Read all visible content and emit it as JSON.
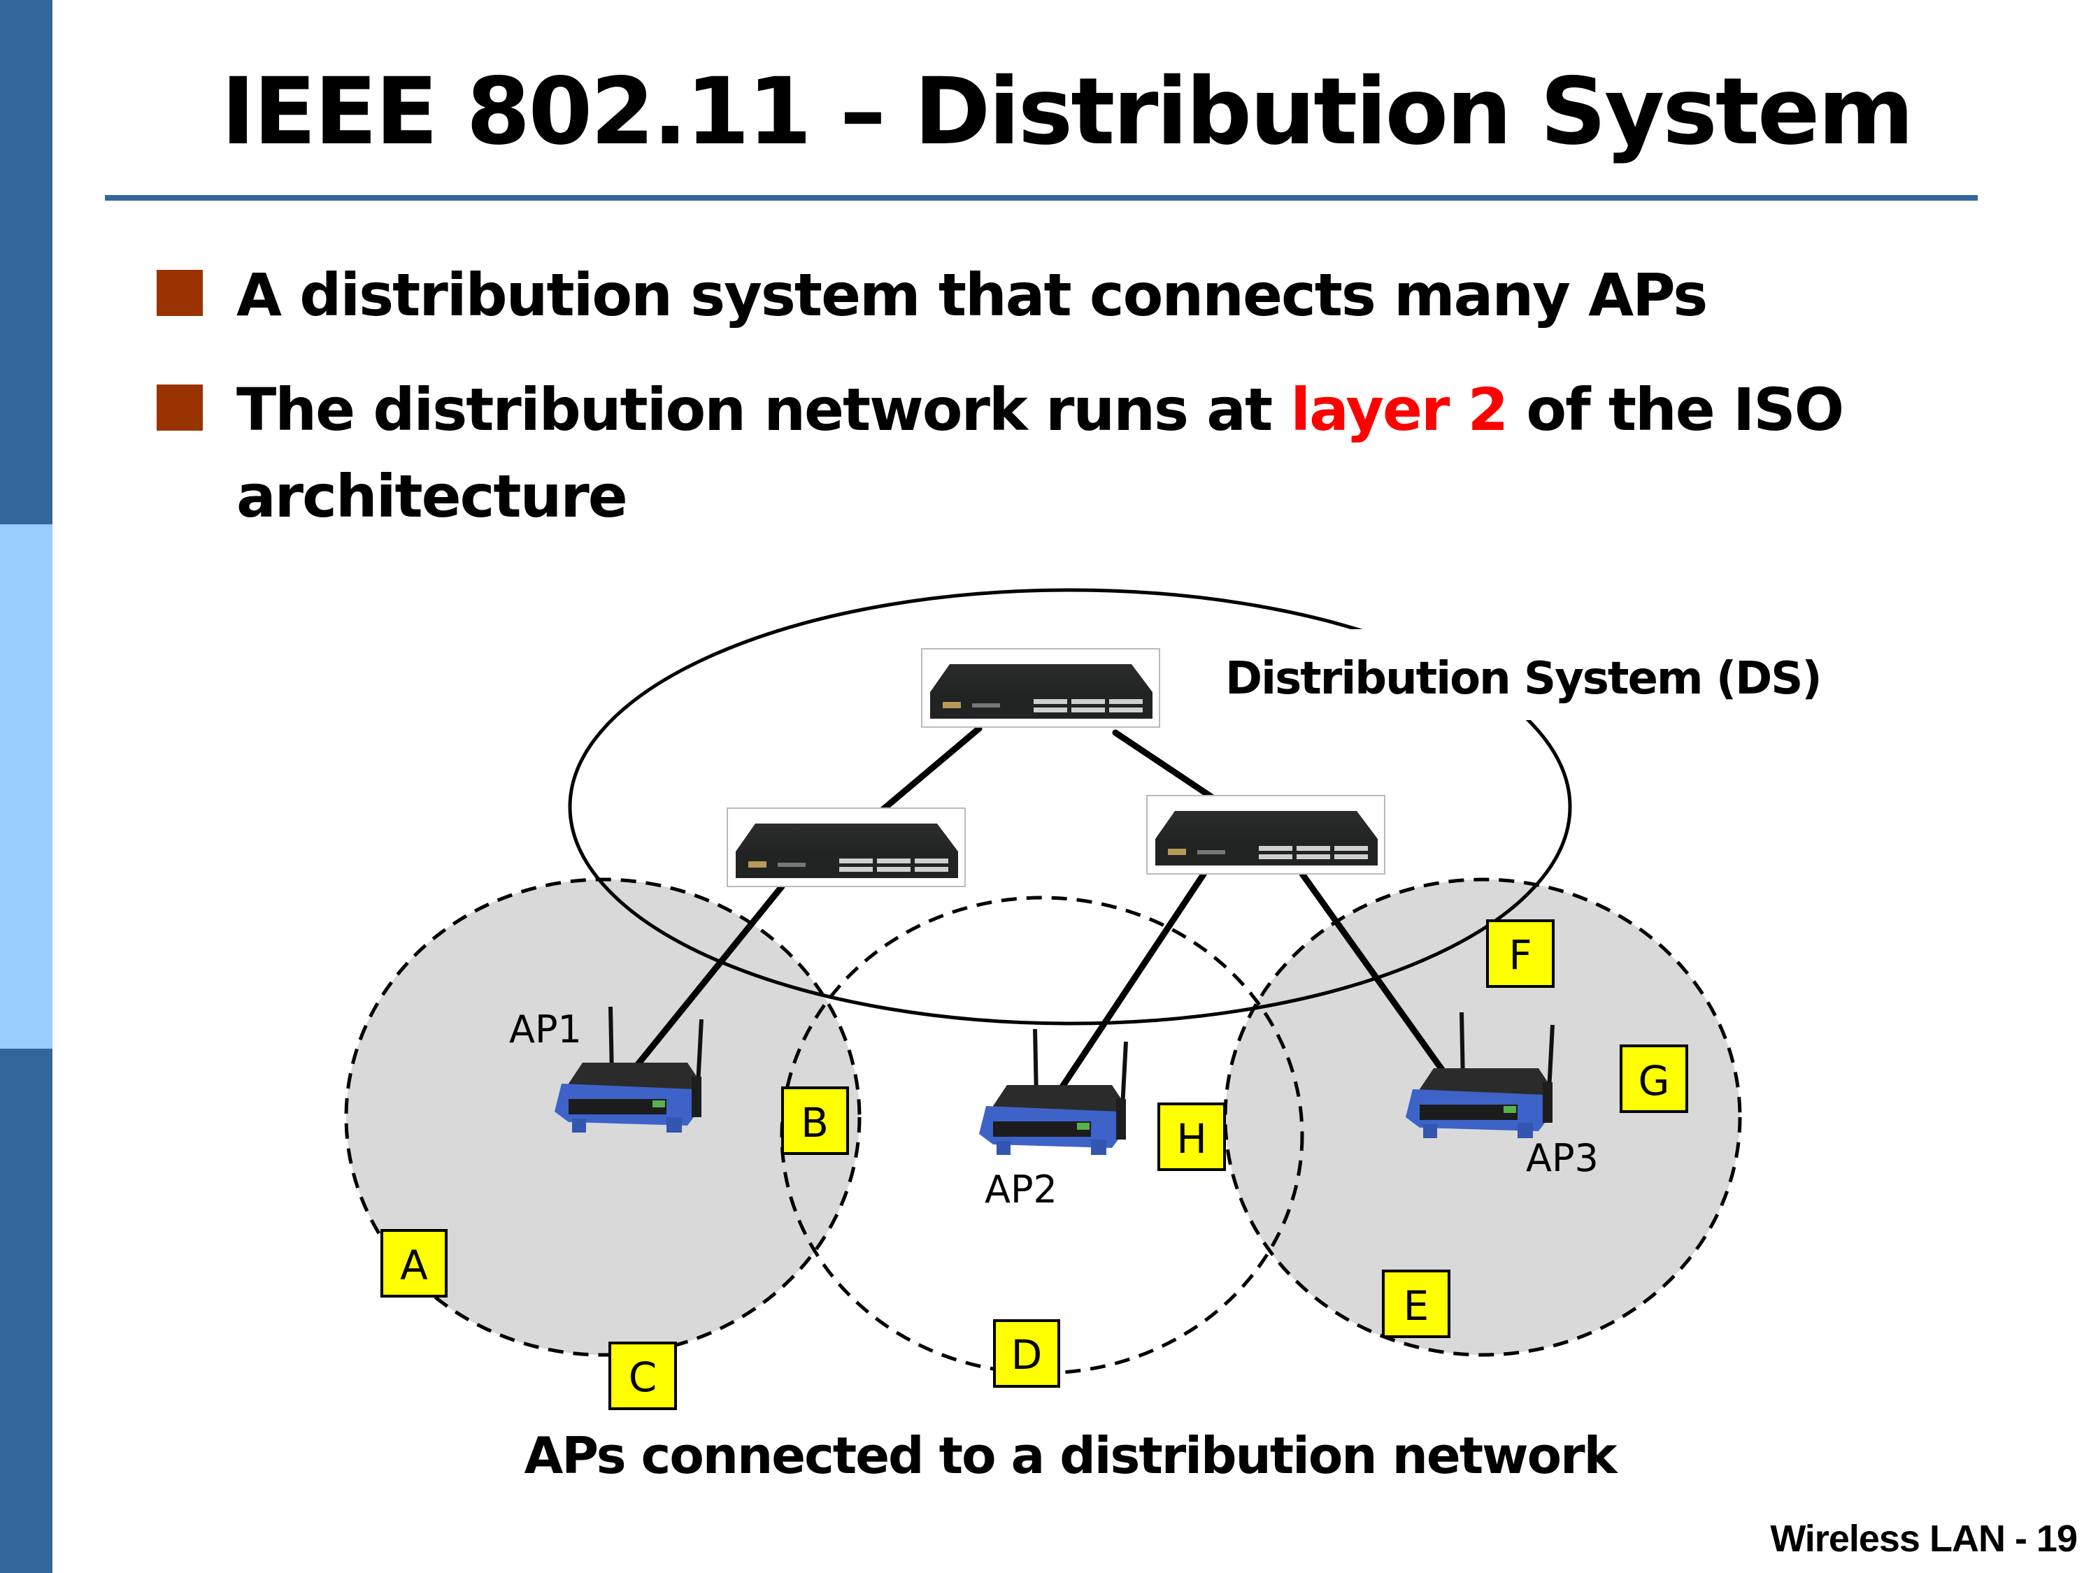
{
  "slide": {
    "title": "IEEE 802.11 – Distribution System",
    "bullets": [
      {
        "text": "A distribution system that connects many APs"
      },
      {
        "before": "The distribution network runs at ",
        "highlight": "layer 2",
        "after": " of the ISO architecture"
      }
    ],
    "colors": {
      "sidebar_dark": "#336699",
      "sidebar_light": "#99ccff",
      "title_rule": "#336699",
      "bullet_mark": "#993300",
      "highlight": "#ff0000",
      "coverage_fill": "#d9d9d9",
      "station_fill": "#ffff00"
    },
    "footer": "Wireless LAN - 19"
  },
  "diagram": {
    "ds_label": "Distribution System (DS)",
    "caption": "APs connected to a distribution network",
    "switches": [
      {
        "id": "switch-top",
        "icon": "network-switch-icon"
      },
      {
        "id": "switch-left",
        "icon": "network-switch-icon"
      },
      {
        "id": "switch-right",
        "icon": "network-switch-icon"
      }
    ],
    "access_points": [
      {
        "label": "AP1",
        "icon": "wireless-router-icon"
      },
      {
        "label": "AP2",
        "icon": "wireless-router-icon"
      },
      {
        "label": "AP3",
        "icon": "wireless-router-icon"
      }
    ],
    "stations": [
      "A",
      "B",
      "C",
      "D",
      "E",
      "F",
      "G",
      "H"
    ]
  }
}
